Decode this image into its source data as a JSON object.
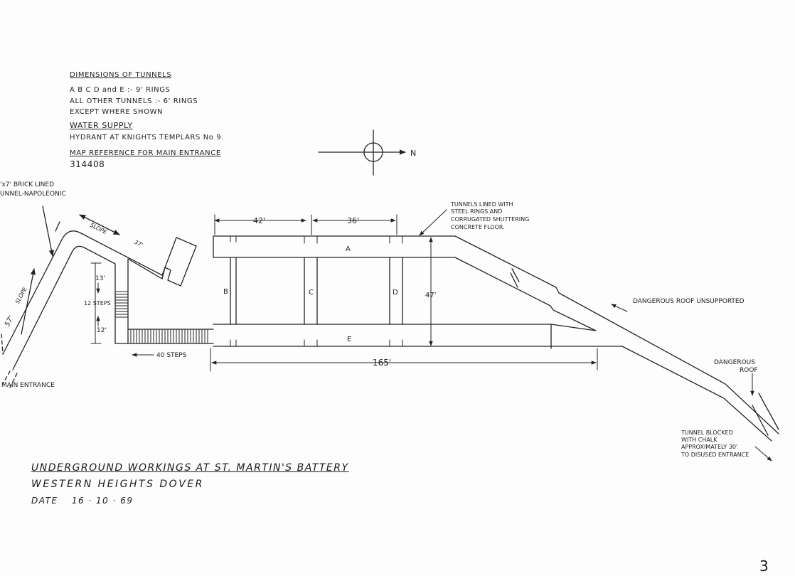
{
  "notes": {
    "dimensions_heading": "DIMENSIONS OF TUNNELS",
    "dimensions_line1": "A B C D and E :- 9' RINGS",
    "dimensions_line2": "ALL OTHER TUNNELS :- 6' RINGS",
    "dimensions_line3": "EXCEPT WHERE SHOWN",
    "water_heading": "WATER SUPPLY",
    "water_line": "HYDRANT AT KNIGHTS TEMPLARS No 9.",
    "map_ref_heading": "MAP REFERENCE FOR MAIN ENTRANCE",
    "map_ref_value": "314408"
  },
  "compass": {
    "north_label": "N"
  },
  "labels": {
    "brick_tunnel_1": "'x7' BRICK LINED",
    "brick_tunnel_2": "UNNEL-NAPOLEONIC",
    "slope_top": "SLOPE",
    "slope_top_len": "37'",
    "slope_left": "SLOPE",
    "slope_left_len": "57'",
    "main_entrance": "MAIN ENTRANCE",
    "lined_1": "TUNNELS LINED WITH",
    "lined_2": "STEEL RINGS AND",
    "lined_3": "CORRUGATED SHUTTERING",
    "lined_4": "CONCRETE FLOOR.",
    "dangerous_roof_unsupported": "DANGEROUS ROOF UNSUPPORTED",
    "dangerous_roof_1": "DANGEROUS",
    "dangerous_roof_2": "ROOF",
    "blocked_1": "TUNNEL BLOCKED",
    "blocked_2": "WITH CHALK",
    "blocked_3": "APPROXIMATELY 30'",
    "blocked_4": "TO DISUSED ENTRANCE",
    "steps_upper_dim": "13'",
    "steps_count": "12 STEPS",
    "steps_lower_dim": "12'",
    "steps_40": "40 STEPS"
  },
  "tunnels": {
    "a": "A",
    "b": "B",
    "c": "C",
    "d": "D",
    "e": "E"
  },
  "dimensions": {
    "d42": "42'",
    "d36": "36'",
    "d47": "47'",
    "d165": "165'"
  },
  "title": {
    "line1": "UNDERGROUND WORKINGS AT ST. MARTIN'S BATTERY",
    "line2": "WESTERN HEIGHTS DOVER",
    "date_label": "DATE",
    "date_value": "16 · 10 · 69"
  },
  "page_number": "3"
}
